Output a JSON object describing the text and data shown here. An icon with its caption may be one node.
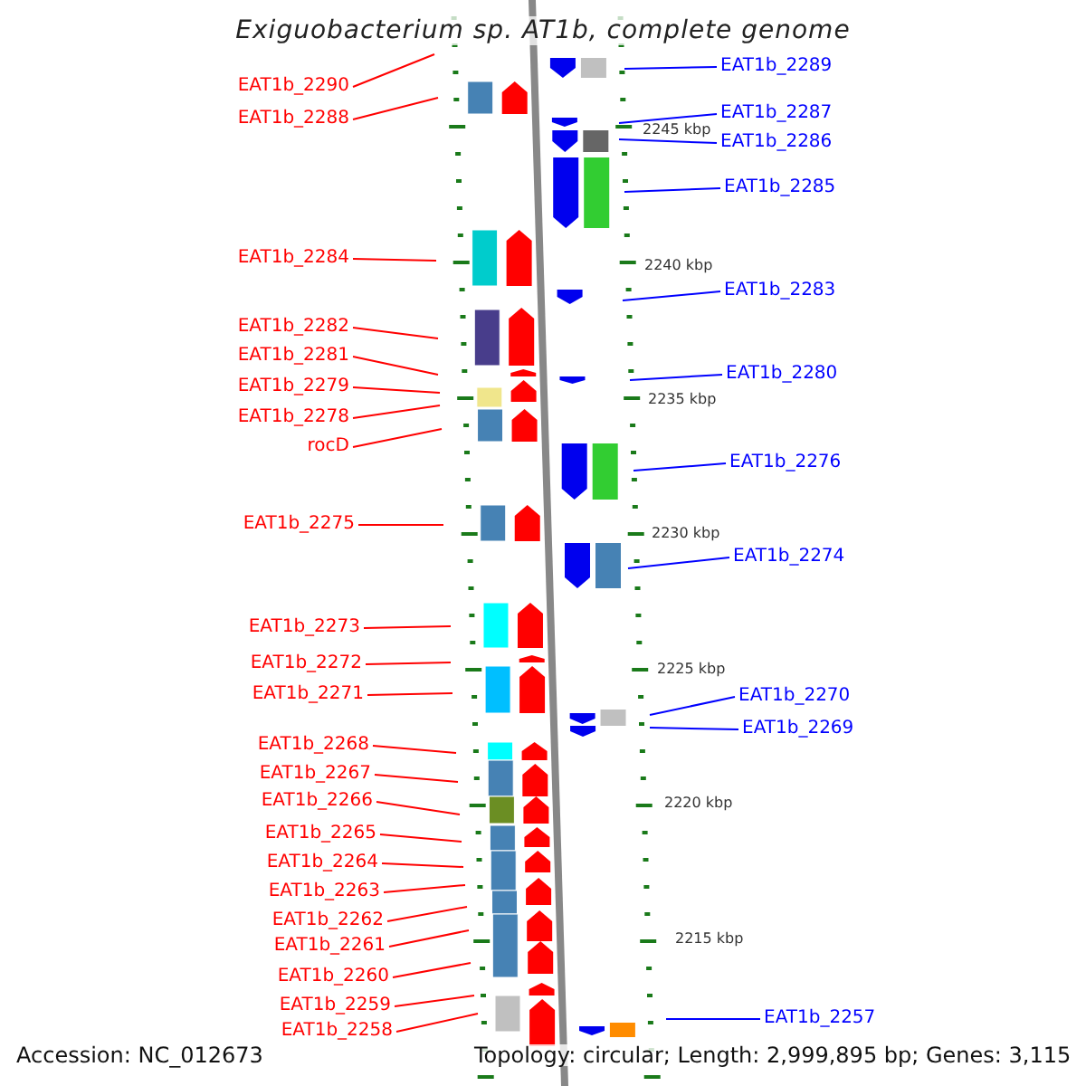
{
  "diagram": {
    "title": "Exiguobacterium sp. AT1b, complete genome",
    "nodes": [
      {
        "text": [
          "EAT1b_2290"
        ]
      },
      {
        "text": [
          "EAT1b_2288"
        ]
      },
      {
        "text": [
          "EAT1b_2284"
        ]
      },
      {
        "text": [
          "EAT1b_2282"
        ]
      },
      {
        "text": [
          "EAT1b_2281"
        ]
      },
      {
        "text": [
          "EAT1b_2279"
        ]
      },
      {
        "text": [
          "EAT1b_2278"
        ]
      },
      {
        "text": [
          "rocD"
        ]
      },
      {
        "text": [
          "EAT1b_2275"
        ]
      },
      {
        "text": [
          "EAT1b_2273"
        ]
      },
      {
        "text": [
          "EAT1b_2272"
        ]
      },
      {
        "text": [
          "EAT1b_2271"
        ]
      },
      {
        "text": [
          "EAT1b_2268"
        ]
      },
      {
        "text": [
          "EAT1b_2267"
        ]
      },
      {
        "text": [
          "EAT1b_2266"
        ]
      },
      {
        "text": [
          "EAT1b_2265"
        ]
      },
      {
        "text": [
          "EAT1b_2264"
        ]
      },
      {
        "text": [
          "EAT1b_2263"
        ]
      },
      {
        "text": [
          "EAT1b_2262"
        ]
      },
      {
        "text": [
          "EAT1b_2261"
        ]
      },
      {
        "text": [
          "EAT1b_2260"
        ]
      },
      {
        "text": [
          "EAT1b_2259"
        ]
      },
      {
        "text": [
          "EAT1b_2258"
        ]
      },
      {
        "text": [
          "EAT1b_2289"
        ]
      },
      {
        "text": [
          "EAT1b_2287"
        ]
      },
      {
        "text": [
          "EAT1b_2286"
        ]
      },
      {
        "text": [
          "EAT1b_2285"
        ]
      },
      {
        "text": [
          "EAT1b_2283"
        ]
      },
      {
        "text": [
          "EAT1b_2280"
        ]
      },
      {
        "text": [
          "EAT1b_2276"
        ]
      },
      {
        "text": [
          "EAT1b_2274"
        ]
      },
      {
        "text": [
          "EAT1b_2270"
        ]
      },
      {
        "text": [
          "EAT1b_2269"
        ]
      },
      {
        "text": [
          "EAT1b_2257"
        ]
      }
    ],
    "edges": [
      {
        "from": 0,
        "to": null,
        "arrow": "none"
      },
      {
        "from": 1,
        "to": null,
        "arrow": "none"
      },
      {
        "from": 2,
        "to": null,
        "arrow": "none"
      },
      {
        "from": 3,
        "to": null,
        "arrow": "none"
      },
      {
        "from": 4,
        "to": null,
        "arrow": "none"
      },
      {
        "from": 5,
        "to": null,
        "arrow": "none"
      },
      {
        "from": 6,
        "to": null,
        "arrow": "none"
      },
      {
        "from": 7,
        "to": null,
        "arrow": "none"
      },
      {
        "from": 8,
        "to": null,
        "arrow": "none"
      },
      {
        "from": 9,
        "to": null,
        "arrow": "none"
      },
      {
        "from": 10,
        "to": null,
        "arrow": "none"
      },
      {
        "from": 11,
        "to": null,
        "arrow": "none"
      },
      {
        "from": 12,
        "to": null,
        "arrow": "none"
      },
      {
        "from": 13,
        "to": null,
        "arrow": "none"
      },
      {
        "from": 14,
        "to": null,
        "arrow": "none"
      },
      {
        "from": 15,
        "to": null,
        "arrow": "none"
      },
      {
        "from": 16,
        "to": null,
        "arrow": "none"
      },
      {
        "from": 17,
        "to": null,
        "arrow": "none"
      },
      {
        "from": 18,
        "to": null,
        "arrow": "none"
      },
      {
        "from": 19,
        "to": null,
        "arrow": "none"
      },
      {
        "from": 20,
        "to": null,
        "arrow": "none"
      },
      {
        "from": 21,
        "to": null,
        "arrow": "none"
      },
      {
        "from": 22,
        "to": null,
        "arrow": "none"
      },
      {
        "from": 23,
        "to": null,
        "arrow": "none",
        "color": "#0000ff"
      },
      {
        "from": 24,
        "to": null,
        "arrow": "none",
        "color": "#0000ff"
      },
      {
        "from": 25,
        "to": null,
        "arrow": "none",
        "color": "#0000ff"
      },
      {
        "from": 26,
        "to": null,
        "arrow": "none",
        "color": "#0000ff"
      },
      {
        "from": 27,
        "to": null,
        "arrow": "none",
        "color": "#0000ff"
      },
      {
        "from": 28,
        "to": null,
        "arrow": "none",
        "color": "#0000ff"
      },
      {
        "from": 29,
        "to": null,
        "arrow": "none",
        "color": "#0000ff"
      },
      {
        "from": 30,
        "to": null,
        "arrow": "none",
        "color": "#0000ff"
      },
      {
        "from": 31,
        "to": null,
        "arrow": "none",
        "color": "#0000ff"
      },
      {
        "from": 32,
        "to": null,
        "arrow": "none",
        "color": "#0000ff"
      },
      {
        "from": 33,
        "to": null,
        "arrow": "none",
        "color": "#0000ff"
      }
    ],
    "labels": [
      "2245 kbp",
      "2240 kbp",
      "2235 kbp",
      "2230 kbp",
      "2225 kbp",
      "2220 kbp",
      "2215 kbp",
      "Accession: NC_012673",
      "Topology: circular; Length: 2,999,895 bp; Genes: 3,115"
    ]
  }
}
